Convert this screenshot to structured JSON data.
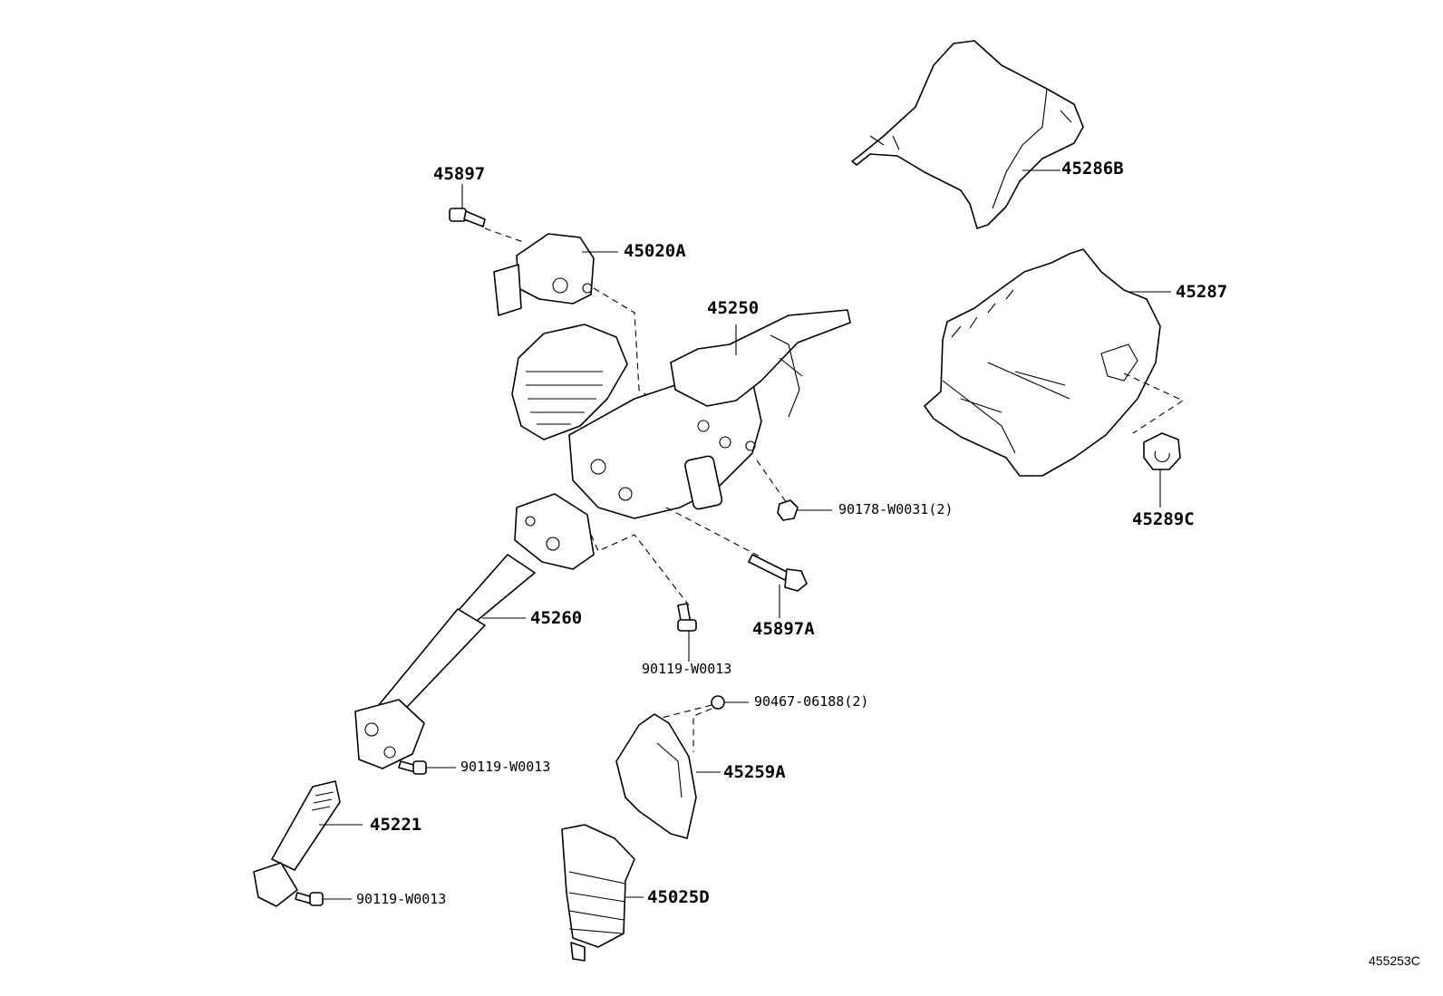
{
  "diagram_ref": "455253C",
  "parts": [
    {
      "key": "p45286B",
      "label": "45286B"
    },
    {
      "key": "p45897",
      "label": "45897"
    },
    {
      "key": "p45020A",
      "label": "45020A"
    },
    {
      "key": "p45287",
      "label": "45287"
    },
    {
      "key": "p45250",
      "label": "45250"
    },
    {
      "key": "p90178",
      "label": "90178-W0031(2)"
    },
    {
      "key": "p45289C",
      "label": "45289C"
    },
    {
      "key": "p45897A",
      "label": "45897A"
    },
    {
      "key": "p45260",
      "label": "45260"
    },
    {
      "key": "p90119a",
      "label": "90119-W0013"
    },
    {
      "key": "p90467",
      "label": "90467-06188(2)"
    },
    {
      "key": "p45259A",
      "label": "45259A"
    },
    {
      "key": "p90119b",
      "label": "90119-W0013"
    },
    {
      "key": "p45221",
      "label": "45221"
    },
    {
      "key": "p45025D",
      "label": "45025D"
    },
    {
      "key": "p90119c",
      "label": "90119-W0013"
    }
  ]
}
